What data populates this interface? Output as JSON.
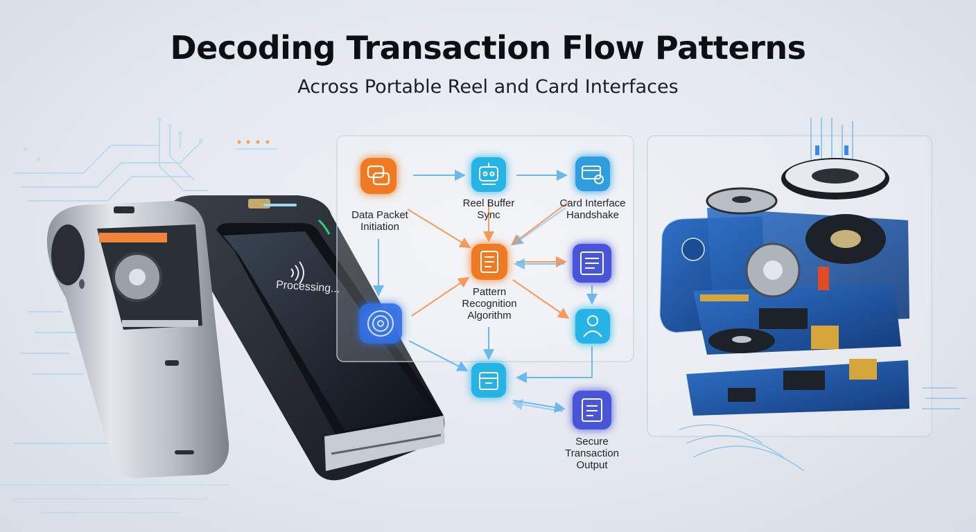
{
  "header": {
    "title": "Decoding Transaction Flow Patterns",
    "subtitle": "Across Portable Reel and Card Interfaces"
  },
  "device": {
    "screen_text": "Processing..."
  },
  "flow": {
    "nodes": [
      {
        "id": "data-packet-initiation",
        "label": "Data Packet\nInitiation",
        "color": "#f07a22",
        "icon": "chat-bubbles-icon"
      },
      {
        "id": "reel-buffer-sync",
        "label": "Reel Buffer\nSync",
        "color": "#27b4e6",
        "icon": "robot-icon"
      },
      {
        "id": "card-interface-handshake",
        "label": "Card Interface\nHandshake",
        "color": "#2f9ee0",
        "icon": "card-gear-icon"
      },
      {
        "id": "pattern-recognition-algorithm",
        "label": "Pattern\nRecognition\nAlgorithm",
        "color": "#f07a22",
        "icon": "document-icon"
      },
      {
        "id": "fingerprint-node",
        "label": "",
        "color": "#2f6fe4",
        "icon": "fingerprint-icon"
      },
      {
        "id": "list-node",
        "label": "",
        "color": "#4a55d8",
        "icon": "list-icon"
      },
      {
        "id": "user-node",
        "label": "",
        "color": "#27b4e6",
        "icon": "user-icon"
      },
      {
        "id": "archive-node",
        "label": "",
        "color": "#27b4e6",
        "icon": "archive-icon"
      },
      {
        "id": "secure-transaction-output",
        "label": "Secure\nTransaction\nOutput",
        "color": "#4a55d8",
        "icon": "clipboard-icon"
      }
    ]
  }
}
